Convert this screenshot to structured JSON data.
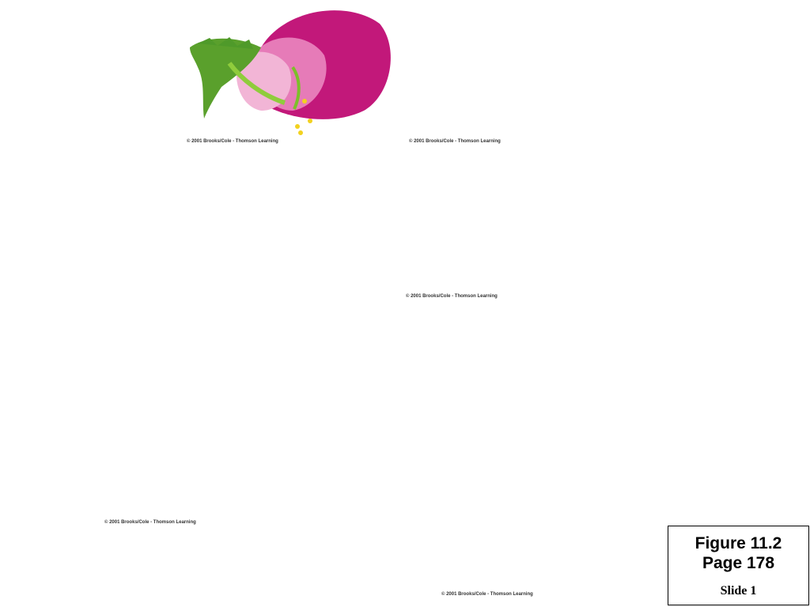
{
  "figure_label": {
    "figure": "Figure 11.2",
    "page": "Page 178",
    "slide": "Slide 1"
  },
  "copyrights": {
    "flower_pink": "© 2001 Brooks/Cole - Thomson Learning",
    "flower_white": "© 2001 Brooks/Cole - Thomson Learning",
    "pod": "© 2001 Brooks/Cole - Thomson Learning",
    "plant_left": "© 2001 Brooks/Cole - Thomson Learning",
    "seedling": "© 2001 Brooks/Cole - Thomson Learning"
  },
  "colors": {
    "pink_petal": "#c2187a",
    "leaf_green": "#3f8f2f",
    "stem_green": "#4f9a2a",
    "pea_green": "#7cbf4a",
    "soil_brown": "#7a4a2a"
  }
}
